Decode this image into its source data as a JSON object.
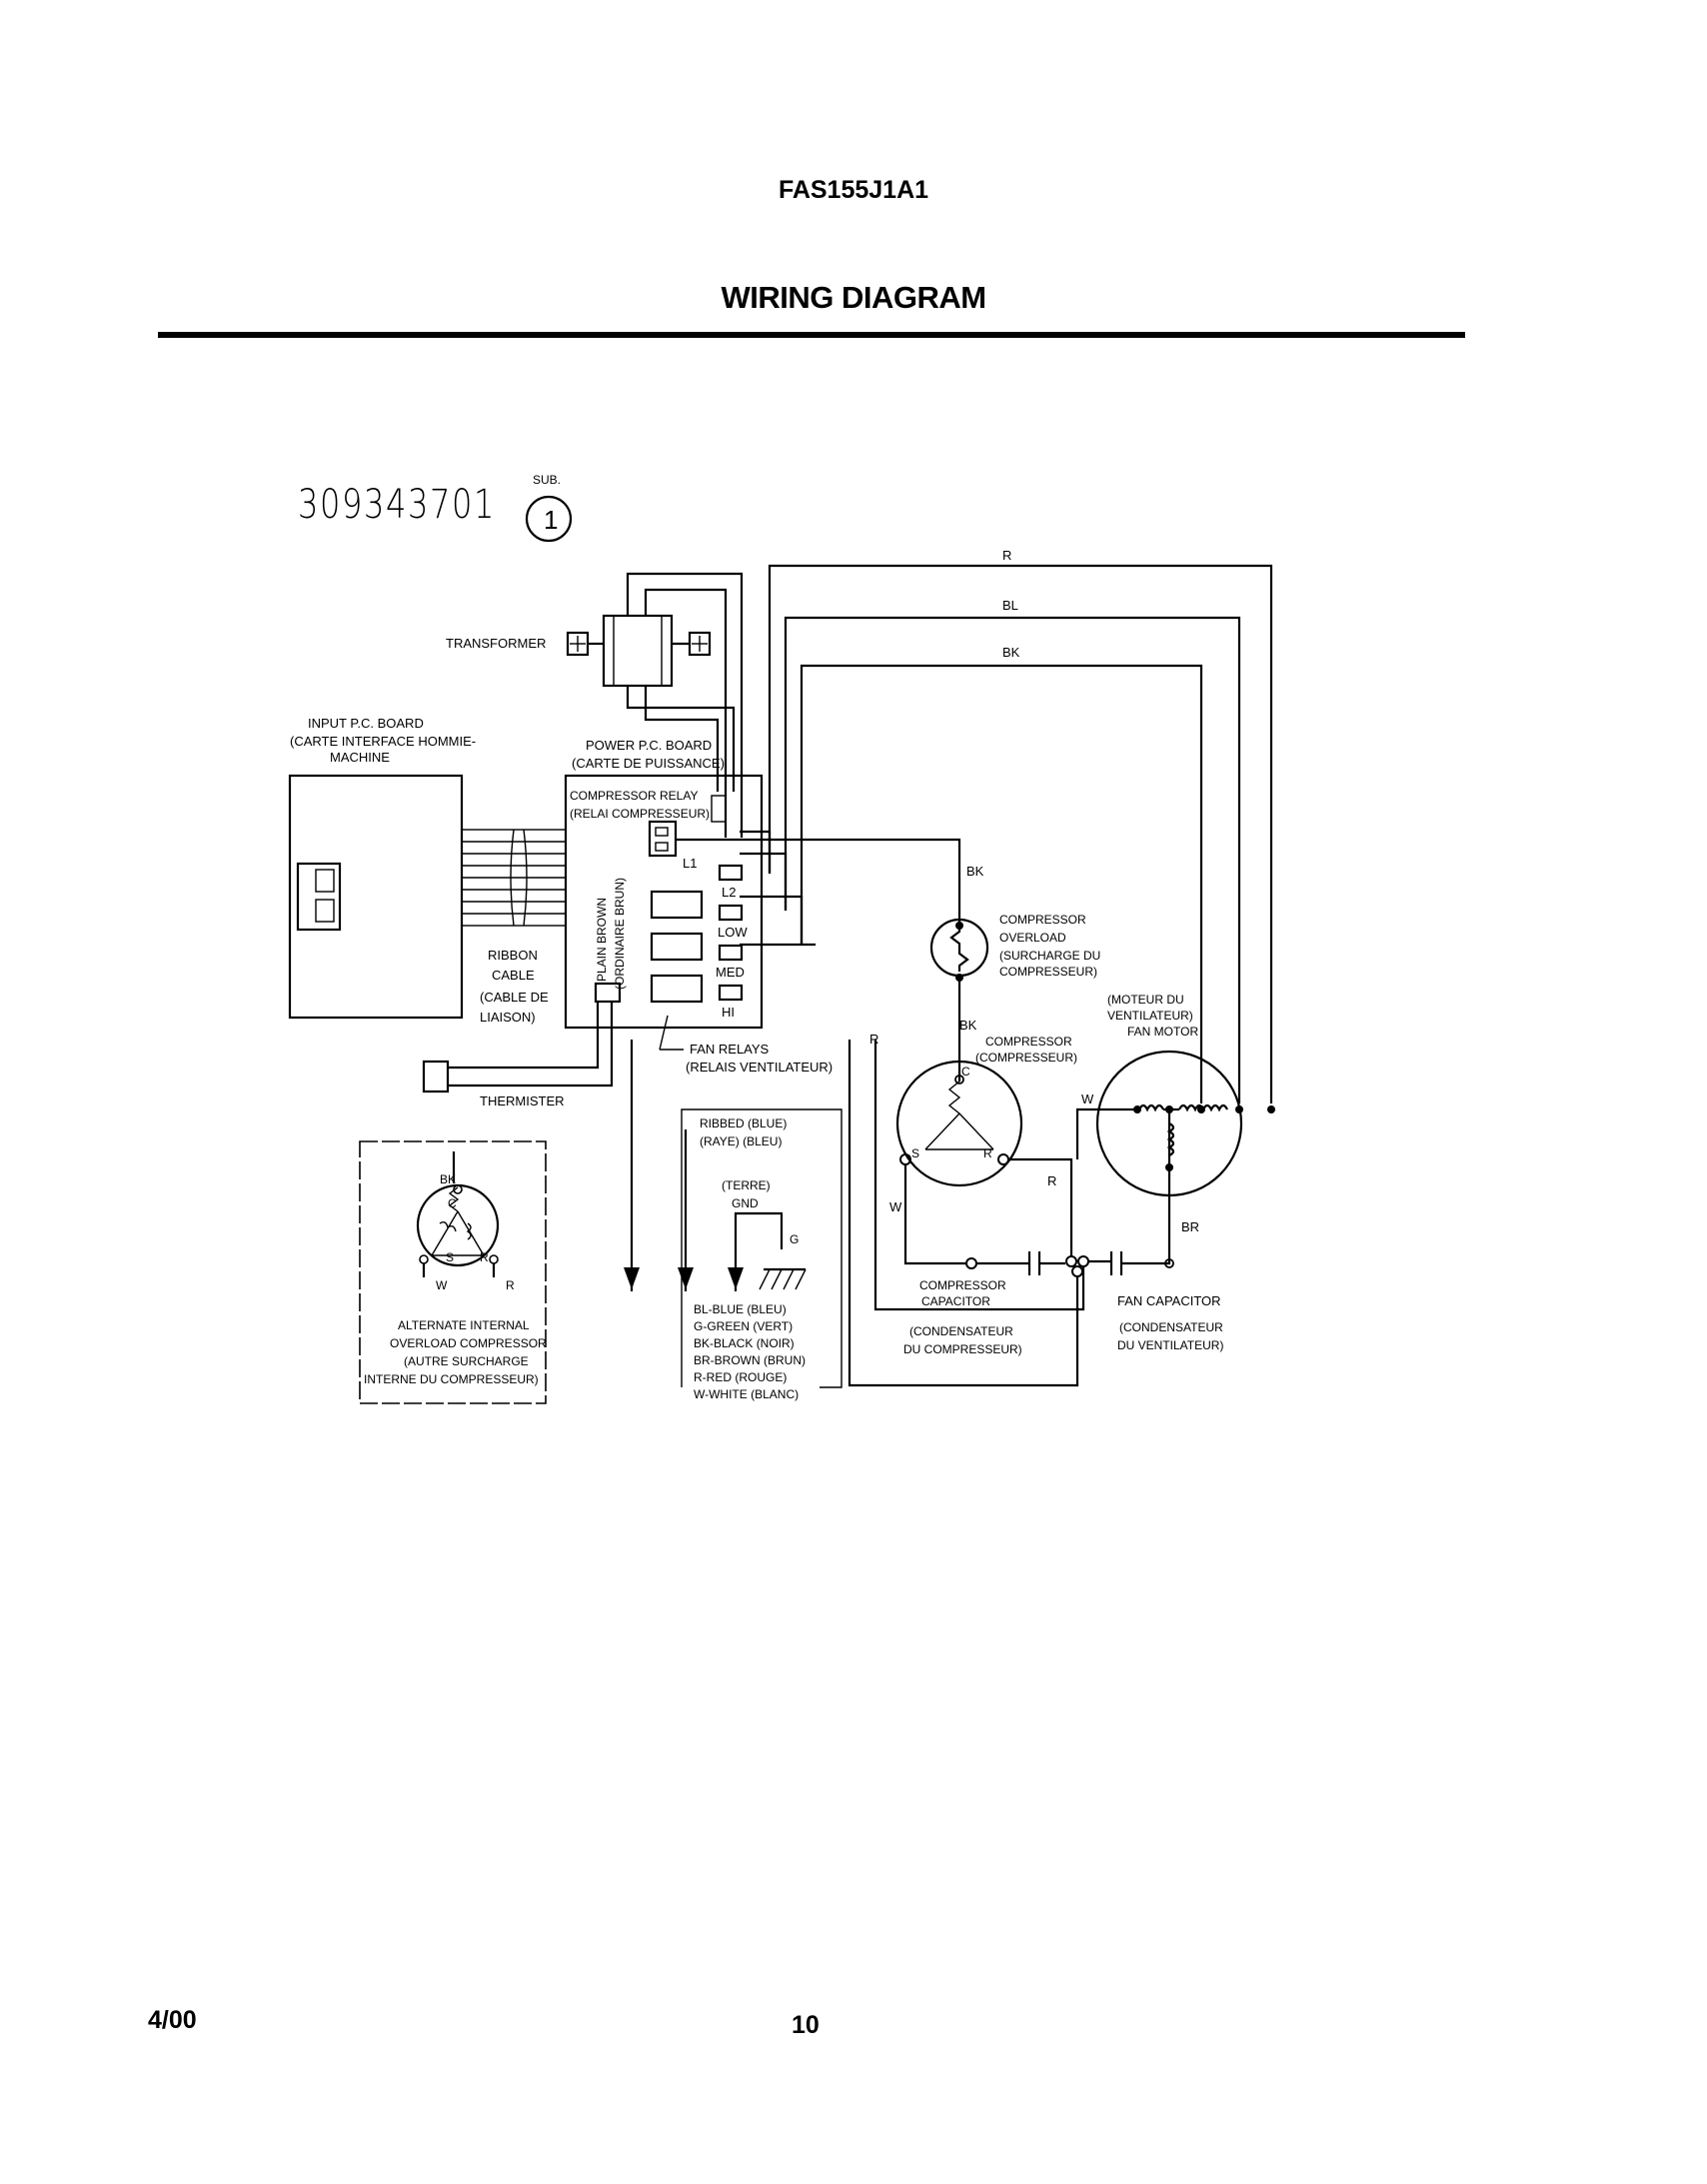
{
  "header": {
    "model": "FAS155J1A1",
    "title": "WIRING DIAGRAM"
  },
  "diagram": {
    "part_number": "309343701",
    "sub_label": "SUB.",
    "sub_number": "1",
    "wires": {
      "r": "R",
      "bl": "BL",
      "bk": "BK",
      "r2": "R",
      "bk_comp": "BK",
      "bk_top": "BK",
      "w_comp": "W",
      "w_fan": "W",
      "r_comp": "R",
      "br": "BR"
    },
    "transformer": "TRANSFORMER",
    "input_board": [
      "INPUT P.C. BOARD",
      "(CARTE INTERFACE HOMMIE-",
      "MACHINE"
    ],
    "power_board": [
      "POWER P.C. BOARD",
      "(CARTE DE PUISSANCE)"
    ],
    "compressor_relay": [
      "COMPRESSOR RELAY",
      "(RELAI COMPRESSEUR)"
    ],
    "plain_brown": [
      "PLAIN BROWN",
      "(ORDINAIRE BRUN)"
    ],
    "terminals": {
      "l1": "L1",
      "l2": "L2",
      "low": "LOW",
      "med": "MED",
      "hi": "HI"
    },
    "ribbon_cable": [
      "RIBBON",
      "CABLE",
      "(CABLE DE",
      "LIAISON)"
    ],
    "fan_relays": [
      "FAN RELAYS",
      "(RELAIS VENTILATEUR)"
    ],
    "thermister": "THERMISTER",
    "compressor_overload": [
      "COMPRESSOR",
      "OVERLOAD",
      "(SURCHARGE DU",
      "COMPRESSEUR)"
    ],
    "compressor": [
      "COMPRESSOR",
      "(COMPRESSEUR)"
    ],
    "fan_motor": [
      "(MOTEUR DU",
      "VENTILATEUR)",
      "FAN MOTOR"
    ],
    "compressor_capacitor": [
      "COMPRESSOR",
      "CAPACITOR"
    ],
    "compressor_capacitor_fr": [
      "(CONDENSATEUR",
      "DU COMPRESSEUR)"
    ],
    "fan_capacitor": [
      "FAN CAPACITOR",
      "(CONDENSATEUR",
      "DU VENTILATEUR)"
    ],
    "ribbed": [
      "RIBBED (BLUE)",
      "(RAYE) (BLEU)"
    ],
    "ground": [
      "(TERRE)",
      "GND"
    ],
    "ground_g": "G",
    "color_legend": [
      "BL-BLUE (BLEU)",
      "G-GREEN (VERT)",
      "BK-BLACK (NOIR)",
      "BR-BROWN (BRUN)",
      "R-RED (ROUGE)",
      "W-WHITE (BLANC)"
    ],
    "alt_overload": [
      "ALTERNATE INTERNAL",
      "OVERLOAD COMPRESSOR",
      "(AUTRE SURCHARGE",
      "INTERNE DU COMPRESSEUR)"
    ],
    "terminal_c": "C",
    "terminal_s": "S",
    "terminal_r": "R",
    "alt_bk": "BK",
    "alt_w": "W",
    "alt_r": "R"
  },
  "footer": {
    "date": "4/00",
    "page": "10"
  }
}
